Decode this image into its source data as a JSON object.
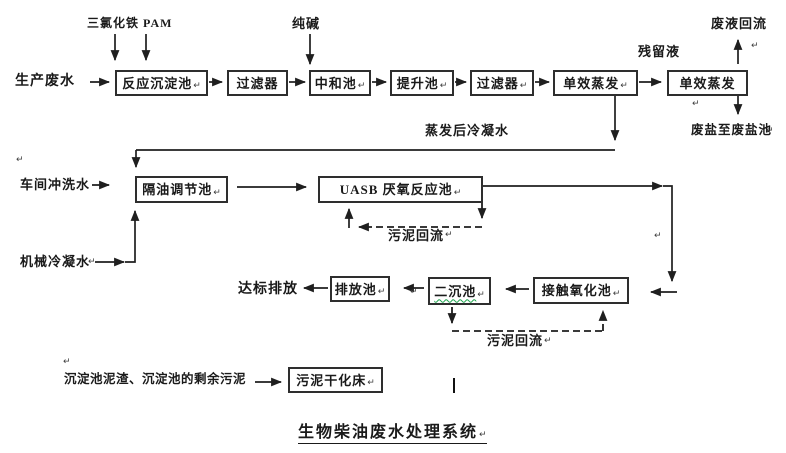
{
  "figure": {
    "title": "生物柴油废水处理系统",
    "paragraph_mark": "↵"
  },
  "inputs": {
    "coagulant": "三氯化铁 PAM",
    "soda_ash": "纯碱",
    "production_wastewater": "生产废水",
    "workshop_flushing_water": "车间冲洗水",
    "mechanical_condensate": "机械冷凝水",
    "sedimentation_sludge": "沉淀池泥渣、沉淀池的剩余污泥"
  },
  "nodes": {
    "reaction_sedimentation_tank": "反应沉淀池",
    "filter_1": "过滤器",
    "neutralization_tank": "中和池",
    "lift_tank": "提升池",
    "filter_2": "过滤器",
    "single_effect_evaporation_1": "单效蒸发",
    "single_effect_evaporation_2": "单效蒸发",
    "oil_separation_regulation_tank": "隔油调节池",
    "uasb_anaerobic_reactor": "UASB 厌氧反应池",
    "discharge_tank": "排放池",
    "secondary_sedimentation_tank": "二沉池",
    "contact_oxidation_tank": "接触氧化池",
    "sludge_drying_bed": "污泥干化床"
  },
  "stream_labels": {
    "residual_liquid": "残留液",
    "waste_liquid_reflux": "废液回流",
    "waste_salt_to_tank": "废盐至废盐池",
    "condensate_after_evaporation": "蒸发后冷凝水",
    "sludge_reflux_uasb": "污泥回流",
    "sludge_reflux_oxidation": "污泥回流",
    "standard_discharge": "达标排放"
  },
  "colors": {
    "line": "#1f1f1f",
    "spellcheck_underline": "#19a24a",
    "background": "#ffffff"
  }
}
